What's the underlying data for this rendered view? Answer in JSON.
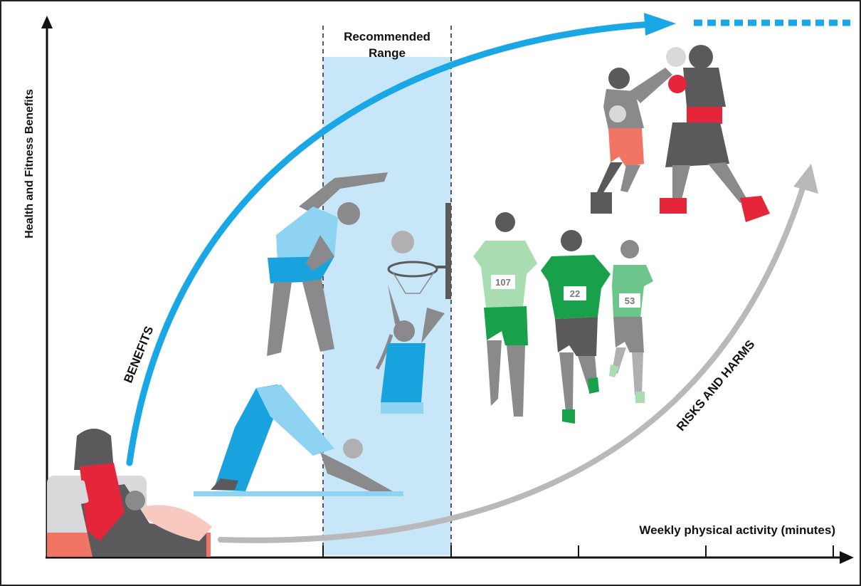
{
  "diagram": {
    "y_axis_label": "Health and Fitness Benefits",
    "x_axis_label": "Weekly physical activity (minutes)",
    "range_label_line1": "Recommended",
    "range_label_line2": "Range",
    "benefits_label": "BENEFITS",
    "risks_label": "RISKS AND HARMS",
    "bib_numbers": [
      "107",
      "22",
      "53"
    ],
    "colors": {
      "benefit_arrow": "#1aa7e6",
      "risk_arrow": "#b9b9bb",
      "range_fill": "#c7e6f7",
      "figure_gray": "#8a8a8c",
      "dark_gray": "#5a5a5c",
      "light_blue": "#8fd3f2",
      "blue": "#19a3de",
      "red": "#e5253a",
      "salmon": "#f07565",
      "green": "#19a04a",
      "light_green": "#a9dcb0",
      "mid_green": "#6cc58a"
    },
    "icons": [
      "person-on-couch-icon",
      "downward-dog-yoga-icon",
      "stretching-person-icon",
      "basketball-player-icon",
      "runners-icon",
      "boxers-icon"
    ]
  }
}
